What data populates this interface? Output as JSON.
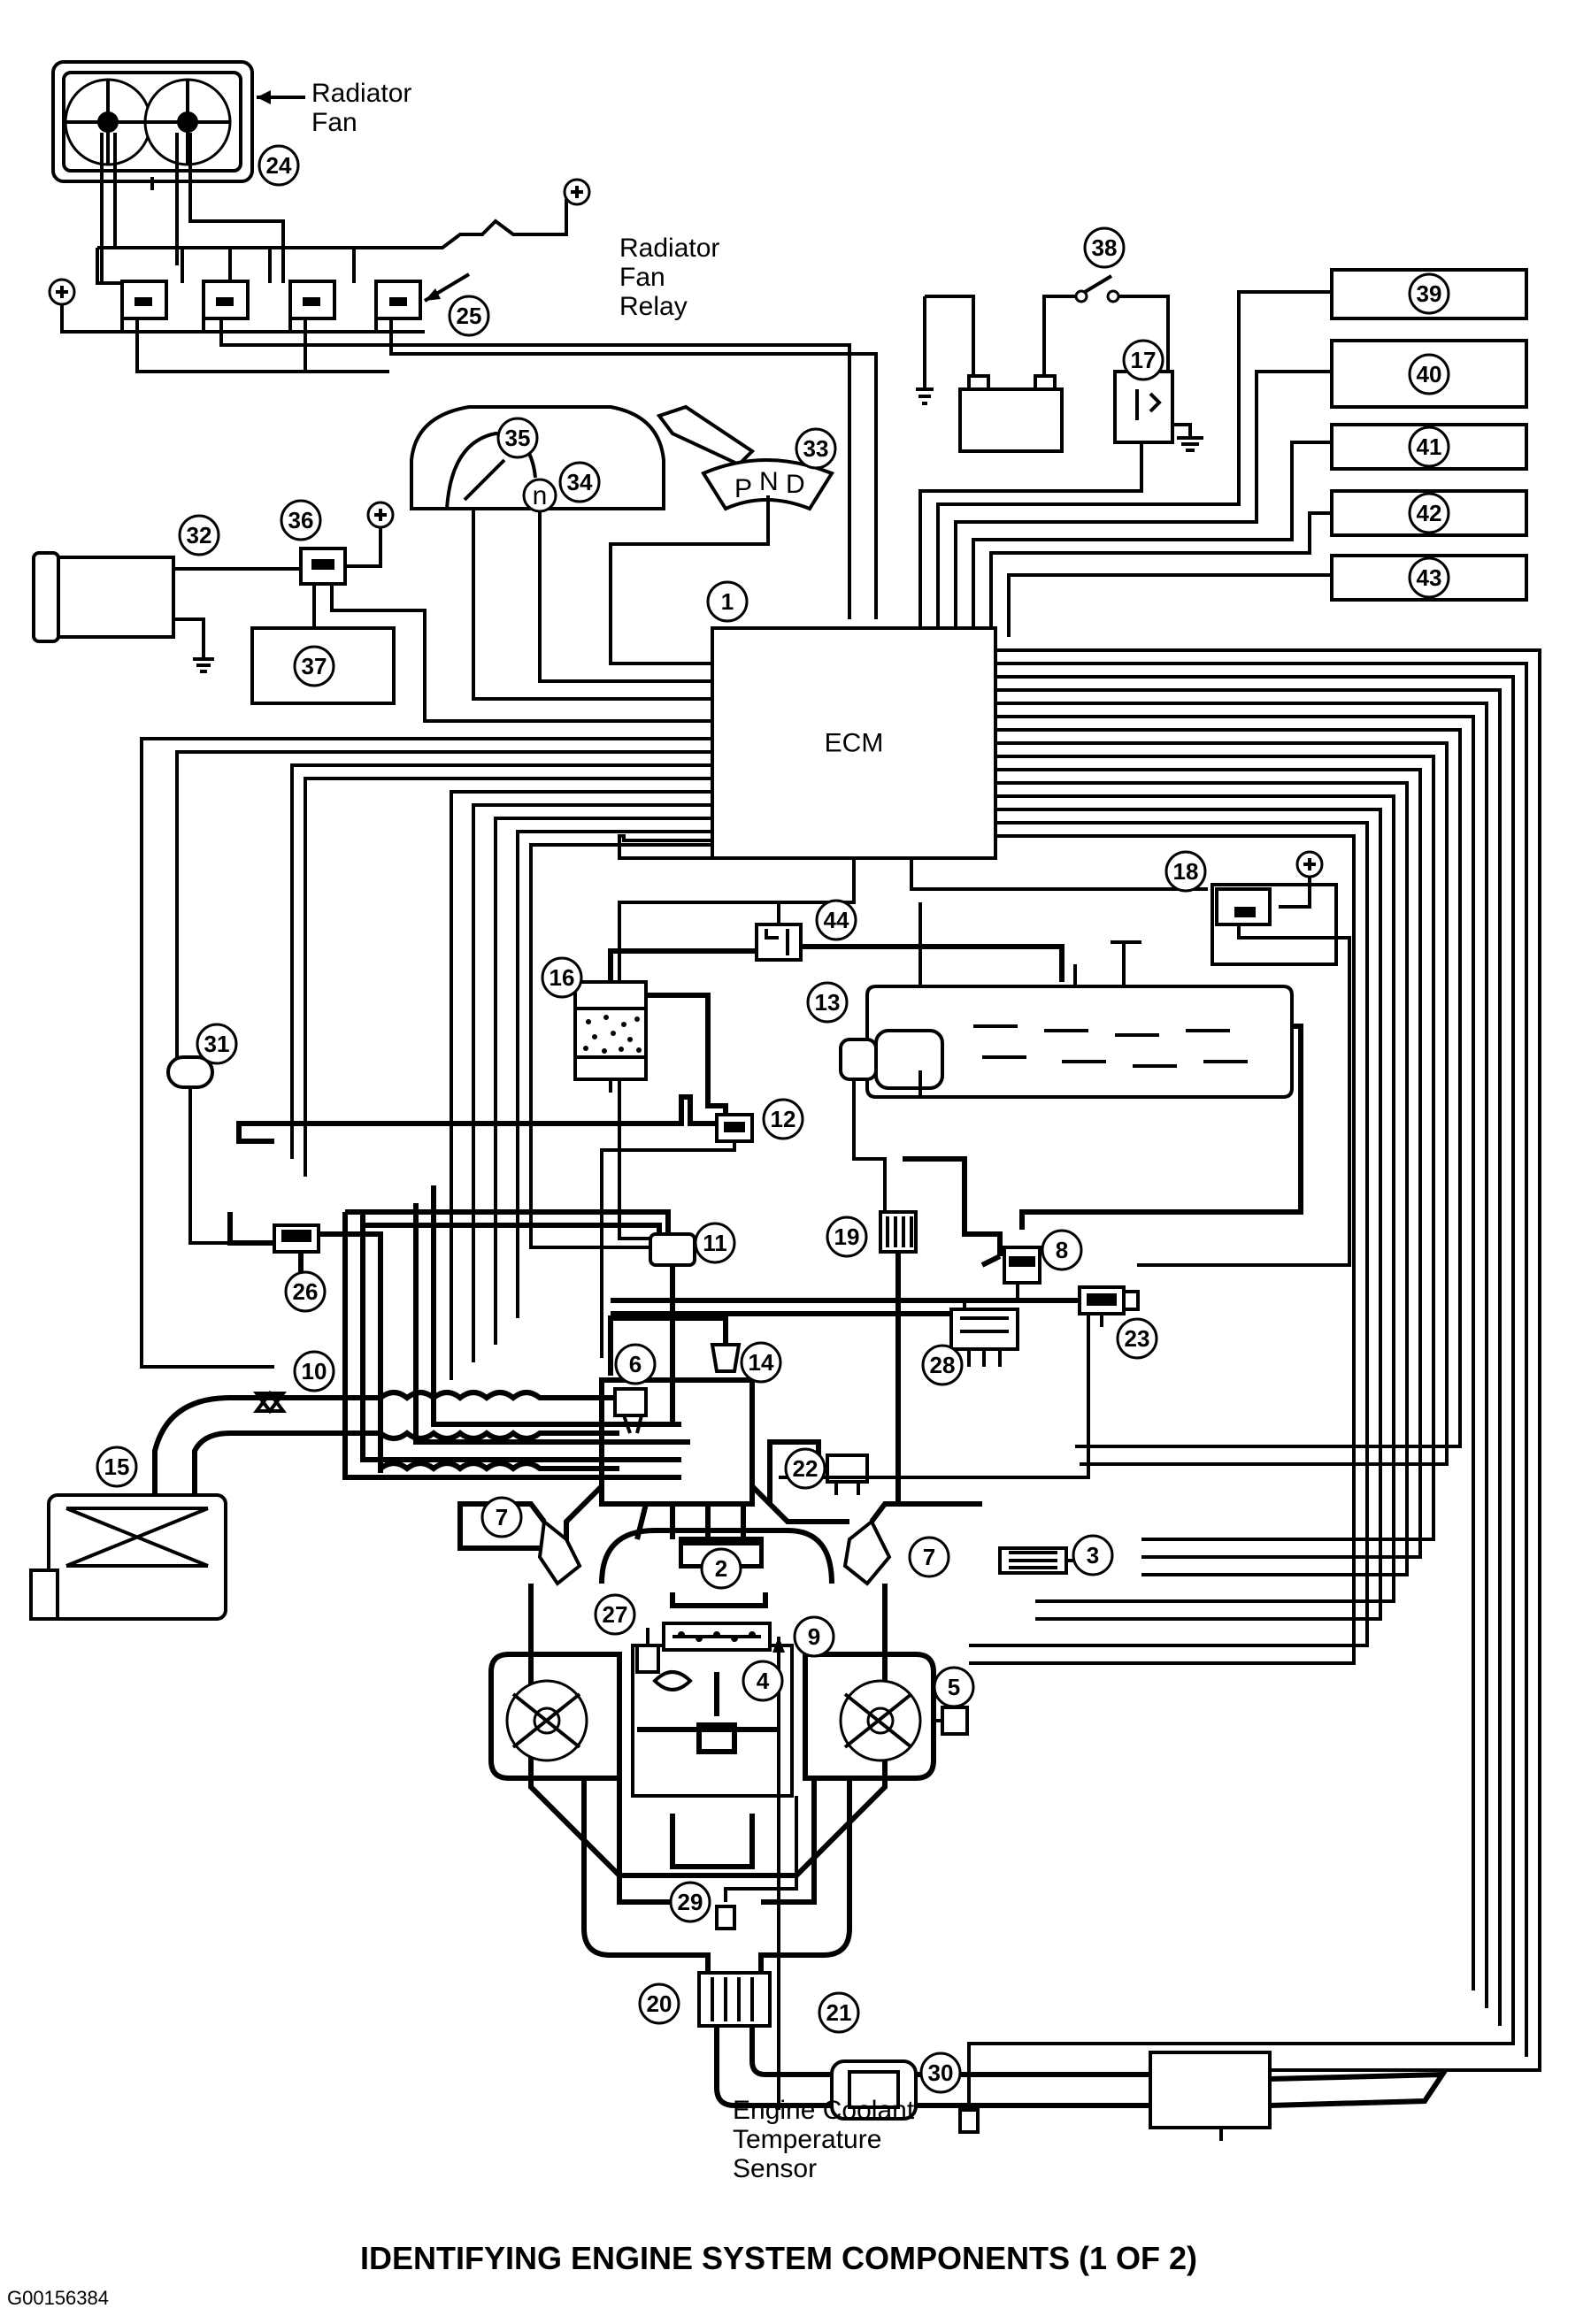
{
  "labels": {
    "radiator_fan": [
      "Radiator",
      "Fan"
    ],
    "radiator_fan_relay": [
      "Radiator",
      "Fan",
      "Relay"
    ],
    "ecm": "ECM",
    "engine_coolant_sensor": [
      "Engine Coolant",
      "Temperature",
      "Sensor"
    ],
    "gear_selector": [
      "P",
      "N",
      "D"
    ],
    "tacho_n": "n"
  },
  "callouts": [
    "1",
    "2",
    "3",
    "4",
    "5",
    "6",
    "7",
    "7",
    "8",
    "9",
    "10",
    "11",
    "12",
    "13",
    "14",
    "15",
    "16",
    "17",
    "18",
    "19",
    "20",
    "21",
    "22",
    "23",
    "24",
    "25",
    "26",
    "27",
    "28",
    "29",
    "30",
    "31",
    "32",
    "33",
    "34",
    "35",
    "36",
    "37",
    "38",
    "39",
    "40",
    "41",
    "42",
    "43",
    "44"
  ],
  "caption": "IDENTIFYING ENGINE SYSTEM COMPONENTS (1 OF 2)",
  "figure_code": "G00156384"
}
